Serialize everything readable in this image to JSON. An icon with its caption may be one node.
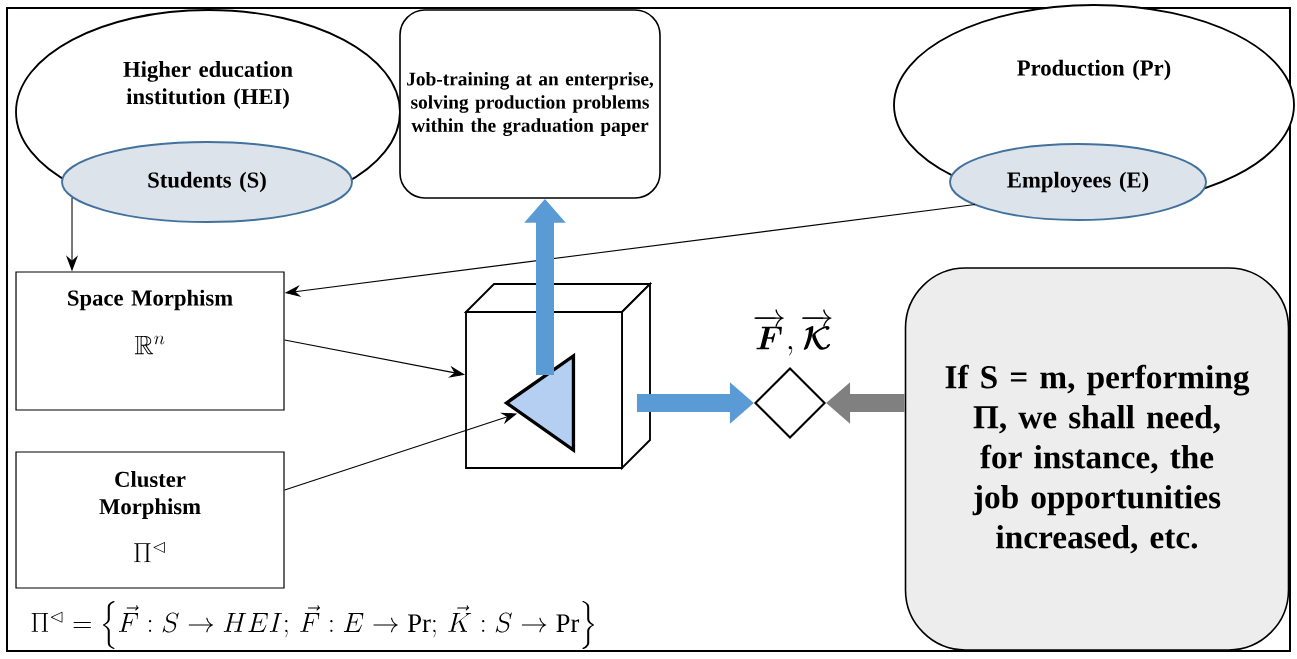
{
  "diagram": {
    "nodes": [
      {
        "text": [
          "Higher education institution (HEI)"
        ]
      },
      {
        "text": [
          "Students (S)"
        ]
      },
      {
        "text": [
          "Job-training at an enterprise, solving production problems within the graduation paper"
        ]
      },
      {
        "text": [
          "Production (Pr)"
        ]
      },
      {
        "text": [
          "Employees (E)"
        ]
      },
      {
        "text": [
          "Space Morphism",
          "\\mathbb{R}^{n}"
        ]
      },
      {
        "text": [
          "Cluster Morphism",
          "\\Pi^{\\lhd}"
        ]
      },
      {
        "text": [],
        "shape": "box"
      },
      {
        "text": [],
        "shape": "triangle",
        "in": 7
      },
      {
        "text": [],
        "shape": "diamond",
        "beside": [
          "\\overrightarrow{\\bm{F}},\\overrightarrow{\\bm{\\mathcal{K}}}"
        ]
      },
      {
        "text": [
          "If S = m, performing Π, we shall need, for instance, the job opportunities increased, etc."
        ]
      }
    ],
    "edges": [
      {
        "from": 1,
        "to": 5,
        "arrow": "to"
      },
      {
        "from": 4,
        "to": 5,
        "arrow": "to"
      },
      {
        "from": 5,
        "to": 7,
        "arrow": "to"
      },
      {
        "from": 6,
        "to": 8,
        "arrow": "to"
      },
      {
        "from": 8,
        "to": 2,
        "arrow": "to",
        "style": "thick",
        "color": "#5b9bd5"
      },
      {
        "from": 7,
        "to": 9,
        "arrow": "to",
        "style": "thick",
        "color": "#5b9bd5"
      },
      {
        "from": 10,
        "to": 9,
        "arrow": "to",
        "style": "thick",
        "color": "#808080"
      }
    ],
    "labels": [
      "\\Pi^{\\lhd}=\\left\\{\\vec{F}:S\\to HEI;\\,\\vec{F}:E\\to\\mathrm{Pr};\\,\\vec{K}:S\\to\\mathrm{Pr}\\right\\}"
    ]
  }
}
